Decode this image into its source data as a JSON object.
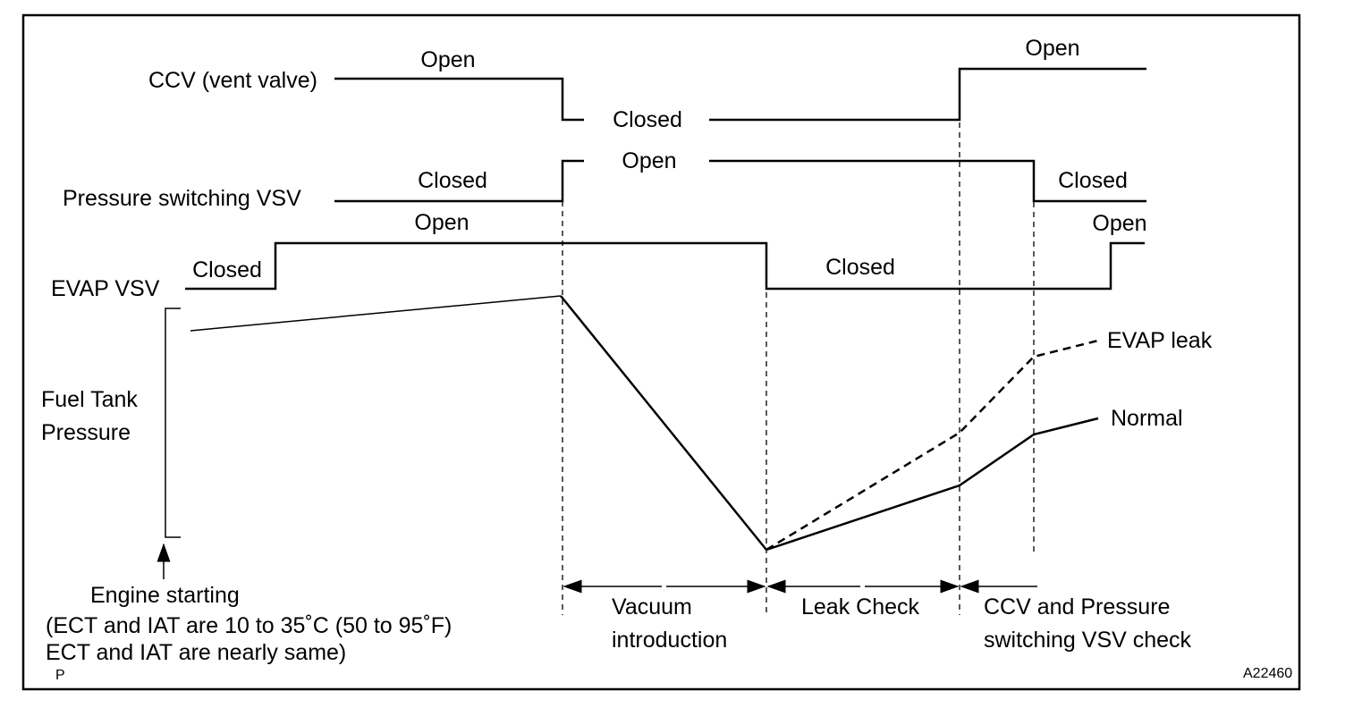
{
  "signals": {
    "ccv": {
      "label": "CCV (vent valve)",
      "state_open_1": "Open",
      "state_closed": "Closed",
      "state_open_2": "Open"
    },
    "pressure_vsv": {
      "label": "Pressure switching VSV",
      "state_closed_1": "Closed",
      "state_open": "Open",
      "state_closed_2": "Closed"
    },
    "evap_vsv": {
      "label": "EVAP VSV",
      "state_closed_1": "Closed",
      "state_open_1": "Open",
      "state_closed_2": "Closed",
      "state_open_2": "Open"
    }
  },
  "pressure": {
    "label_line1": "Fuel Tank",
    "label_line2": "Pressure",
    "evap_leak": "EVAP leak",
    "normal": "Normal"
  },
  "engine_start": {
    "line1": "Engine starting",
    "line2": "(ECT and IAT are 10 to 35˚C (50 to 95˚F)",
    "line3": "ECT and IAT are nearly same)"
  },
  "phases": {
    "vacuum_line1": "Vacuum",
    "vacuum_line2": "introduction",
    "leak_check": "Leak Check",
    "ccv_check_line1": "CCV and Pressure",
    "ccv_check_line2": "switching VSV check"
  },
  "footer": {
    "corner_mark": "P",
    "figure_code": "A22460"
  }
}
